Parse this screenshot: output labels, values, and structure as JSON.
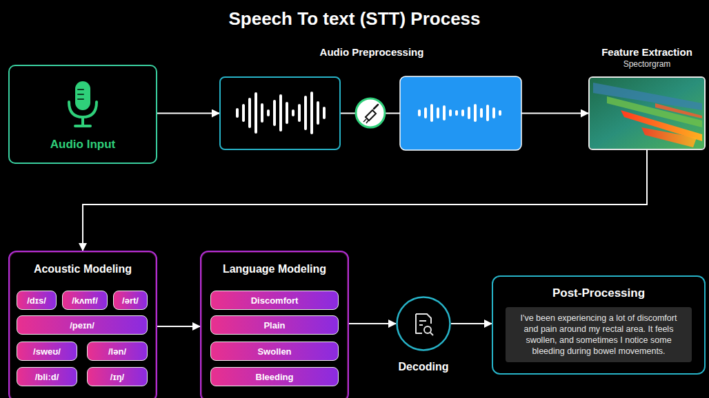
{
  "diagram": {
    "title": "Speech To text (STT) Process",
    "nodes": [
      {
        "text": [
          "Audio Input"
        ]
      },
      {
        "text": [
          "Audio Preprocessing"
        ]
      },
      {
        "text": [
          "Feature Extraction",
          "Spectorgram"
        ]
      },
      {
        "text": [
          "Acoustic Modeling"
        ]
      },
      {
        "text": [
          "/dɪs/"
        ],
        "in": 3
      },
      {
        "text": [
          "/kʌmf/"
        ],
        "in": 3
      },
      {
        "text": [
          "/ərt/"
        ],
        "in": 3
      },
      {
        "text": [
          "/peɪn/"
        ],
        "in": 3
      },
      {
        "text": [
          "/sweʊ/"
        ],
        "in": 3
      },
      {
        "text": [
          "/lən/"
        ],
        "in": 3
      },
      {
        "text": [
          "/bliːd/"
        ],
        "in": 3
      },
      {
        "text": [
          "/ɪŋ/"
        ],
        "in": 3
      },
      {
        "text": [
          "Language Modeling"
        ]
      },
      {
        "text": [
          "Discomfort"
        ],
        "in": 12
      },
      {
        "text": [
          "Plain"
        ],
        "in": 12
      },
      {
        "text": [
          "Swollen"
        ],
        "in": 12
      },
      {
        "text": [
          "Bleeding"
        ],
        "in": 12
      },
      {
        "text": [
          "Decoding"
        ]
      },
      {
        "text": [
          "Post-Processing"
        ]
      },
      {
        "text": [
          "I've been experiencing a lot of discomfort and pain around my rectal area. It feels swollen, and sometimes I notice some bleeding during bowel movements."
        ],
        "in": 18
      }
    ],
    "edges": [
      {
        "from": 0,
        "to": 1,
        "arrow": "to"
      },
      {
        "from": 1,
        "to": 2,
        "arrow": "to"
      },
      {
        "from": 2,
        "to": 3,
        "arrow": "to"
      },
      {
        "from": 3,
        "to": 12,
        "arrow": "to"
      },
      {
        "from": 12,
        "to": 17,
        "arrow": "to"
      },
      {
        "from": 17,
        "to": 18,
        "arrow": "to"
      }
    ]
  }
}
